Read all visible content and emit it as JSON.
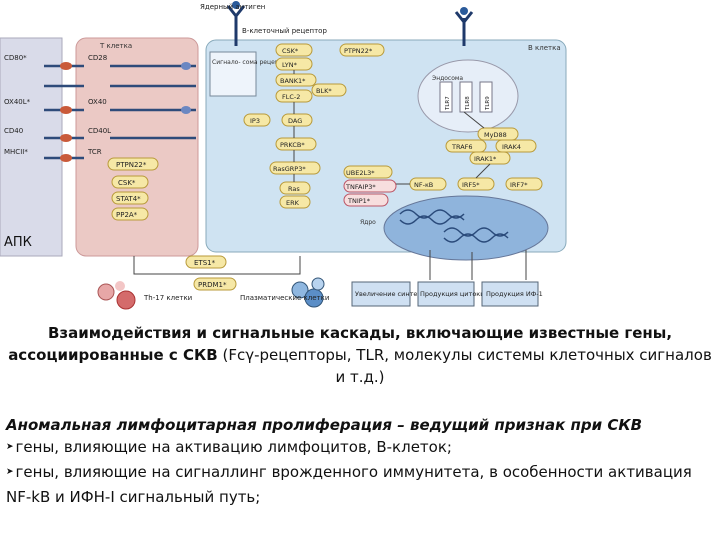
{
  "diagram": {
    "labels": {
      "antigen": "Ядерный антиген",
      "bcr": "В-клеточный рецептор",
      "tcell": "Т клетка",
      "bcell": "В клетка",
      "apc": "АПК",
      "endosome": "Эндосома",
      "nucleus": "Ядро",
      "signalosome": "Сигнало- сома рецептора",
      "th17": "Th-17 клетки",
      "plasma": "Плазматические клетки"
    },
    "receptors_left": [
      "CD80*",
      "OX40L*",
      "CD40",
      "MHCII*"
    ],
    "receptors_right": [
      "CD28",
      "OX40",
      "CD40L",
      "TCR"
    ],
    "tcell_nodes": [
      "PTPN22*",
      "CSK*",
      "STAT4*",
      "PP2A*"
    ],
    "bcell_nodes": {
      "csk": "CSK*",
      "ptpn22": "PTPN22*",
      "lyn": "LYN*",
      "bank1": "BANK1*",
      "blk": "BLK*",
      "flc2": "FLC-2",
      "ip3": "IP3",
      "dag": "DAG",
      "prkcb": "PRKCB*",
      "rasgrp3": "RasGRP3*",
      "ras": "Ras",
      "erk": "ERK",
      "tlr7": "TLR7",
      "tlr8": "TLR8",
      "tlr9": "TLR9",
      "myd88": "MyD88",
      "traf6": "TRAF6",
      "irak4": "IRAK4",
      "irak1": "IRAK1*",
      "ube2l3": "UBE2L3*",
      "tnfaip3": "TNFAIP3*",
      "tnip1": "TNIP1*",
      "nfkb": "NF-κB",
      "irf5": "IRF5*",
      "irf7": "IRF7*"
    },
    "bottom_nodes": {
      "ets1": "ETS1*",
      "prdm1": "PRDM1*"
    },
    "outputs": [
      "Увеличение синтеза АТ",
      "Продукция цитокинов",
      "Продукция ИФ-1"
    ]
  },
  "caption": {
    "bold": "Взаимодействия и сигнальные каскады, включающие известные гены, ассоциированные с СКВ",
    "normal": " (Fcγ-рецепторы, TLR, молекулы системы клеточных сигналов и т.д.)"
  },
  "section": {
    "heading": "Аномальная лимфоцитарная пролиферация – ведущий признак при СКВ",
    "bullets": [
      "гены, влияющие на активацию лимфоцитов, В-клеток;",
      "гены, влияющие на сигналлинг врожденного иммунитета, в особенности активация NF-kB и ИФН-I сигнальный путь;"
    ]
  }
}
